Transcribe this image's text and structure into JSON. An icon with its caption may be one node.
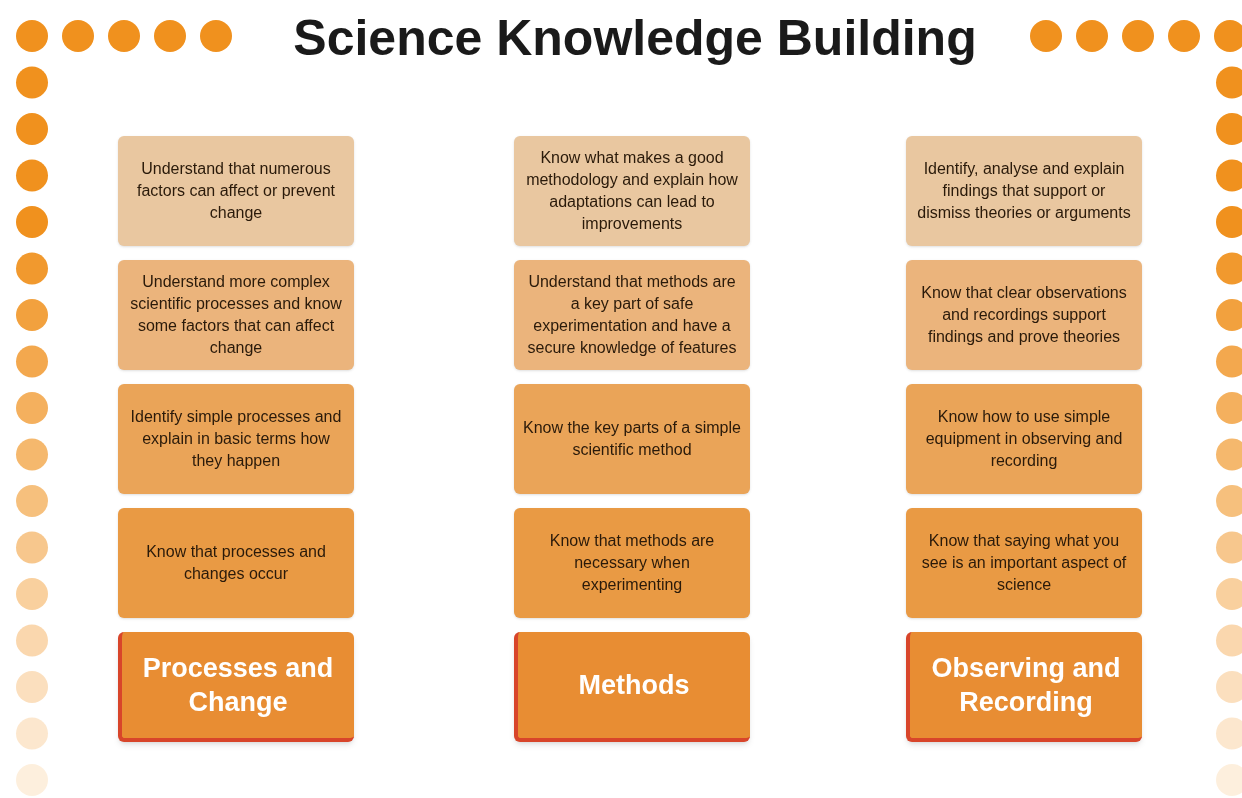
{
  "diagram": {
    "title": "Science Knowledge Building",
    "nodes": [
      {
        "text": [
          "Understand that numerous factors can affect or prevent change"
        ]
      },
      {
        "text": [
          "Know what makes a good methodology and explain how adaptations can lead to improvements"
        ]
      },
      {
        "text": [
          "Identify, analyse and explain findings that support or dismiss theories or arguments"
        ]
      },
      {
        "text": [
          "Understand more complex scientific processes and know some factors that can affect change"
        ]
      },
      {
        "text": [
          "Understand that methods are a key part of safe experimentation and have a secure knowledge of features"
        ]
      },
      {
        "text": [
          "Know that clear observations and recordings support findings and prove theories"
        ]
      },
      {
        "text": [
          "Identify simple processes and explain in basic terms how they happen"
        ]
      },
      {
        "text": [
          "Know the key parts of a simple scientific method"
        ]
      },
      {
        "text": [
          "Know how to use simple equipment in observing and recording"
        ]
      },
      {
        "text": [
          "Know that processes and changes occur"
        ]
      },
      {
        "text": [
          "Know that methods are necessary when experimenting"
        ]
      },
      {
        "text": [
          "Know that saying what you see is an important aspect of science"
        ]
      },
      {
        "text": [
          "Processes and Change"
        ]
      },
      {
        "text": [
          "Methods"
        ]
      },
      {
        "text": [
          "Observing and Recording"
        ]
      }
    ],
    "edges": []
  }
}
